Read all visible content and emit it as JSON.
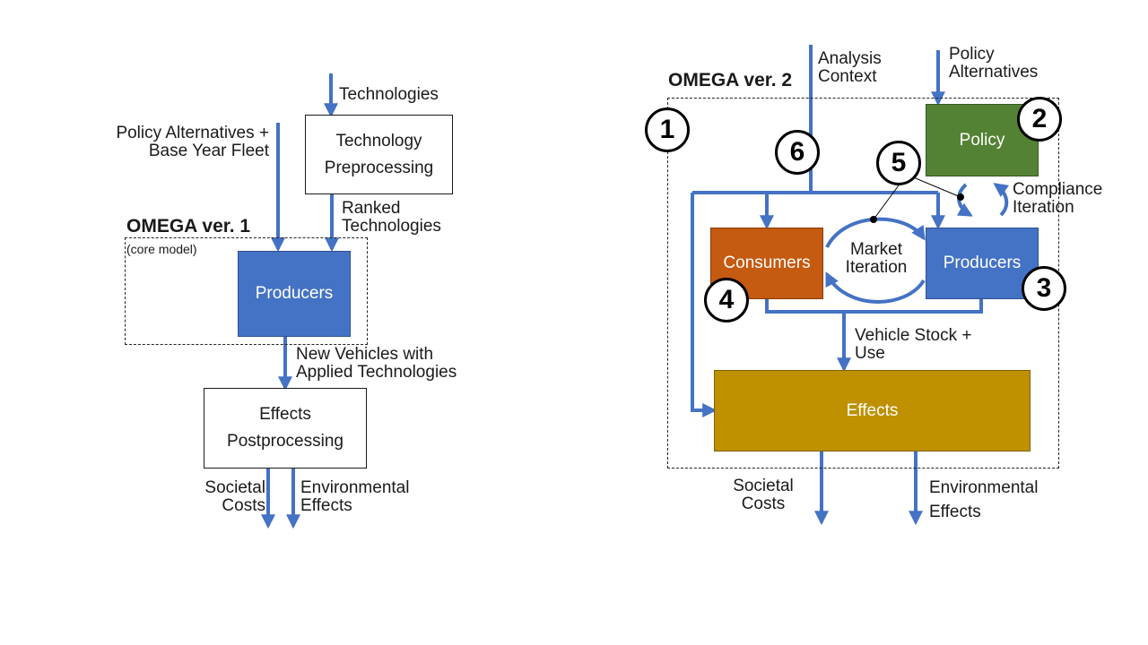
{
  "v1": {
    "title": "OMEGA ver. 1",
    "subtitle": "(core model)",
    "input_technologies": "Technologies",
    "input_policy_line1": "Policy Alternatives +",
    "input_policy_line2": "Base Year Fleet",
    "tech_pre_line1": "Technology",
    "tech_pre_line2": "Preprocessing",
    "ranked_line1": "Ranked",
    "ranked_line2": "Technologies",
    "producers": "Producers",
    "newveh_line1": "New Vehicles with",
    "newveh_line2": "Applied Technologies",
    "effects_line1": "Effects",
    "effects_line2": "Postprocessing",
    "out_societal_line1": "Societal",
    "out_societal_line2": "Costs",
    "out_env_line1": "Environmental",
    "out_env_line2": "Effects"
  },
  "v2": {
    "title": "OMEGA ver. 2",
    "analysis_line1": "Analysis",
    "analysis_line2": "Context",
    "policy_alt_line1": "Policy",
    "policy_alt_line2": "Alternatives",
    "policy": "Policy",
    "consumers": "Consumers",
    "producers": "Producers",
    "market_line1": "Market",
    "market_line2": "Iteration",
    "compliance_line1": "Compliance",
    "compliance_line2": "Iteration",
    "stock_line1": "Vehicle Stock +",
    "stock_line2": "Use",
    "effects": "Effects",
    "out_societal_line1": "Societal",
    "out_societal_line2": "Costs",
    "out_env_line1": "Environmental",
    "out_env_line2": "Effects",
    "badges": [
      "1",
      "2",
      "3",
      "4",
      "5",
      "6"
    ]
  },
  "colors": {
    "arrow": "#4472c4",
    "producers": "#4472c4",
    "consumers": "#c55a11",
    "policy": "#548235",
    "effects_v2": "#bf9000"
  }
}
